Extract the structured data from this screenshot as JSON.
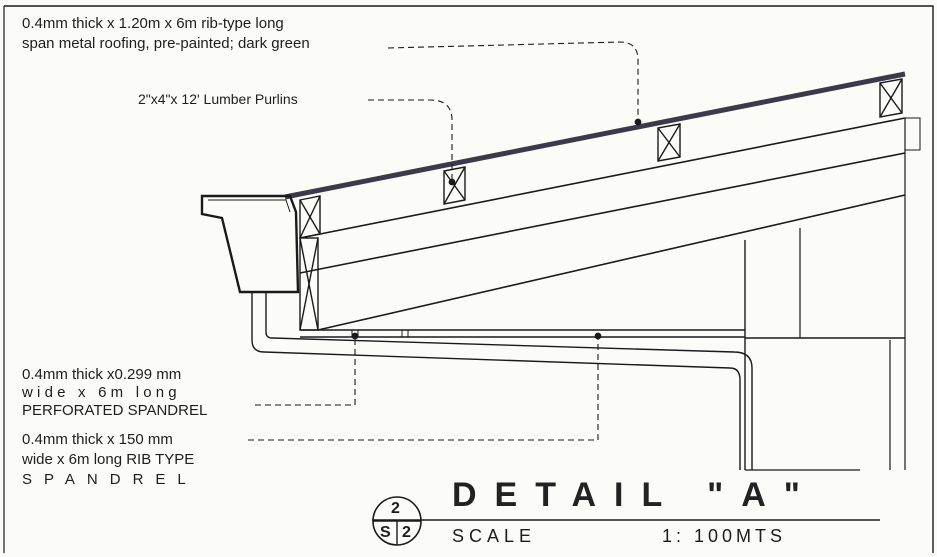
{
  "notes": {
    "roofing_line1": "0.4mm thick x 1.20m x 6m rib-type long",
    "roofing_line2": "span metal roofing, pre-painted; dark green",
    "purlins": "2\"x4\"x 12' Lumber  Purlins",
    "perforated_line1": "0.4mm thick x0.299 mm",
    "perforated_line2": "wide x 6m long",
    "perforated_line3": "PERFORATED SPANDREL",
    "rib_line1": "0.4mm thick x 150 mm",
    "rib_line2": "wide x 6m long RIB TYPE",
    "rib_line3": "SPANDREL"
  },
  "title_block": {
    "title": "DETAIL \"A\"",
    "detail_number": "2",
    "sheet_prefix": "S",
    "sheet_number": "2",
    "scale_label": "SCALE",
    "scale_value": "1: 100MTS"
  }
}
